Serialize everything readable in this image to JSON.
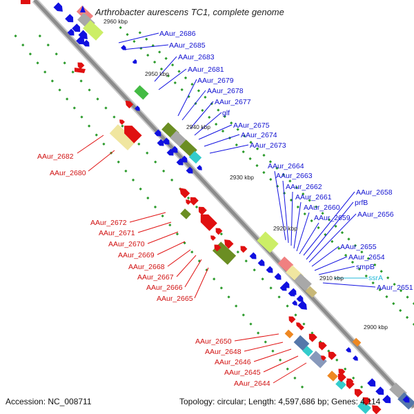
{
  "map": {
    "title": "Arthrobacter aurescens TC1, complete genome",
    "accession": "Accession: NC_008711",
    "summary": "Topology: circular; Length: 4,597,686 bp; Genes: 4,114"
  },
  "ticks": [
    "2960 kbp",
    "2950 kbp",
    "2940 kbp",
    "2930 kbp",
    "2920 kbp",
    "2910 kbp",
    "2900 kbp"
  ],
  "forward_labels": [
    "AAur_2686",
    "AAur_2685",
    "AAur_2683",
    "AAur_2681",
    "AAur_2679",
    "AAur_2678",
    "AAur_2677",
    "glf",
    "AAur_2675",
    "AAur_2674",
    "AAur_2673",
    "AAur_2664",
    "AAur_2663",
    "AAur_2662",
    "AAur_2661",
    "AAur_2660",
    "AAur_2659",
    "AAur_2658",
    "prfB",
    "AAur_2656",
    "AAur_2655",
    "AAur_2654",
    "smpB",
    "ssrA",
    "AAur_2651"
  ],
  "reverse_labels": [
    "AAur_2682",
    "AAur_2680",
    "AAur_2672",
    "AAur_2671",
    "AAur_2670",
    "AAur_2669",
    "AAur_2668",
    "AAur_2667",
    "AAur_2666",
    "AAur_2665",
    "AAur_2650",
    "AAur_2648",
    "AAur_2646",
    "AAur_2645",
    "AAur_2644"
  ],
  "colors": {
    "forward_gene": "#1010e0",
    "reverse_gene": "#e01010",
    "rna_label": "#20b8d8",
    "backbone": "#888888",
    "gc_dots": "#2a9a2a"
  }
}
